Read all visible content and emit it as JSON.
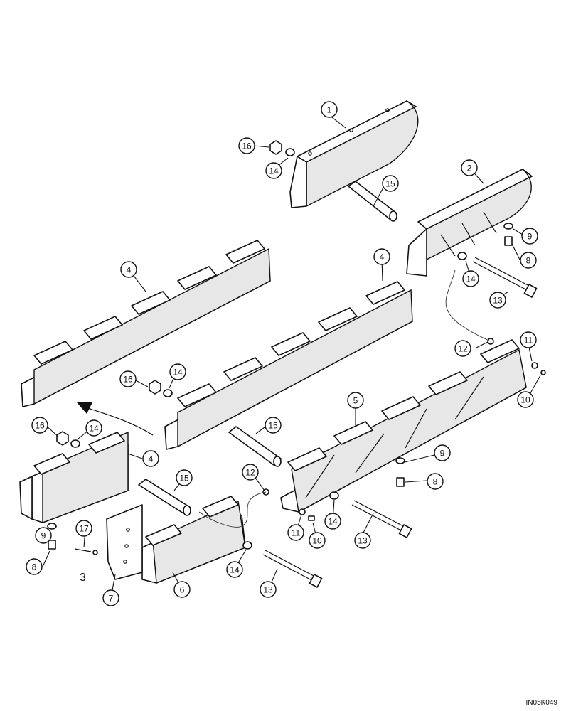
{
  "figure_id": "IN05K049",
  "callouts": [
    {
      "label": "1"
    },
    {
      "label": "2"
    },
    {
      "label": "16"
    },
    {
      "label": "14"
    },
    {
      "label": "15"
    },
    {
      "label": "9"
    },
    {
      "label": "8"
    },
    {
      "label": "4"
    },
    {
      "label": "4"
    },
    {
      "label": "14"
    },
    {
      "label": "13"
    },
    {
      "label": "12"
    },
    {
      "label": "11"
    },
    {
      "label": "10"
    },
    {
      "label": "16"
    },
    {
      "label": "14"
    },
    {
      "label": "16"
    },
    {
      "label": "14"
    },
    {
      "label": "5"
    },
    {
      "label": "4"
    },
    {
      "label": "15"
    },
    {
      "label": "15"
    },
    {
      "label": "12"
    },
    {
      "label": "9"
    },
    {
      "label": "8"
    },
    {
      "label": "9"
    },
    {
      "label": "8"
    },
    {
      "label": "17"
    },
    {
      "label": "11"
    },
    {
      "label": "10"
    },
    {
      "label": "14"
    },
    {
      "label": "13"
    },
    {
      "label": "14"
    },
    {
      "label": "13"
    },
    {
      "label": "7"
    },
    {
      "label": "6"
    }
  ],
  "reference_number": "3"
}
